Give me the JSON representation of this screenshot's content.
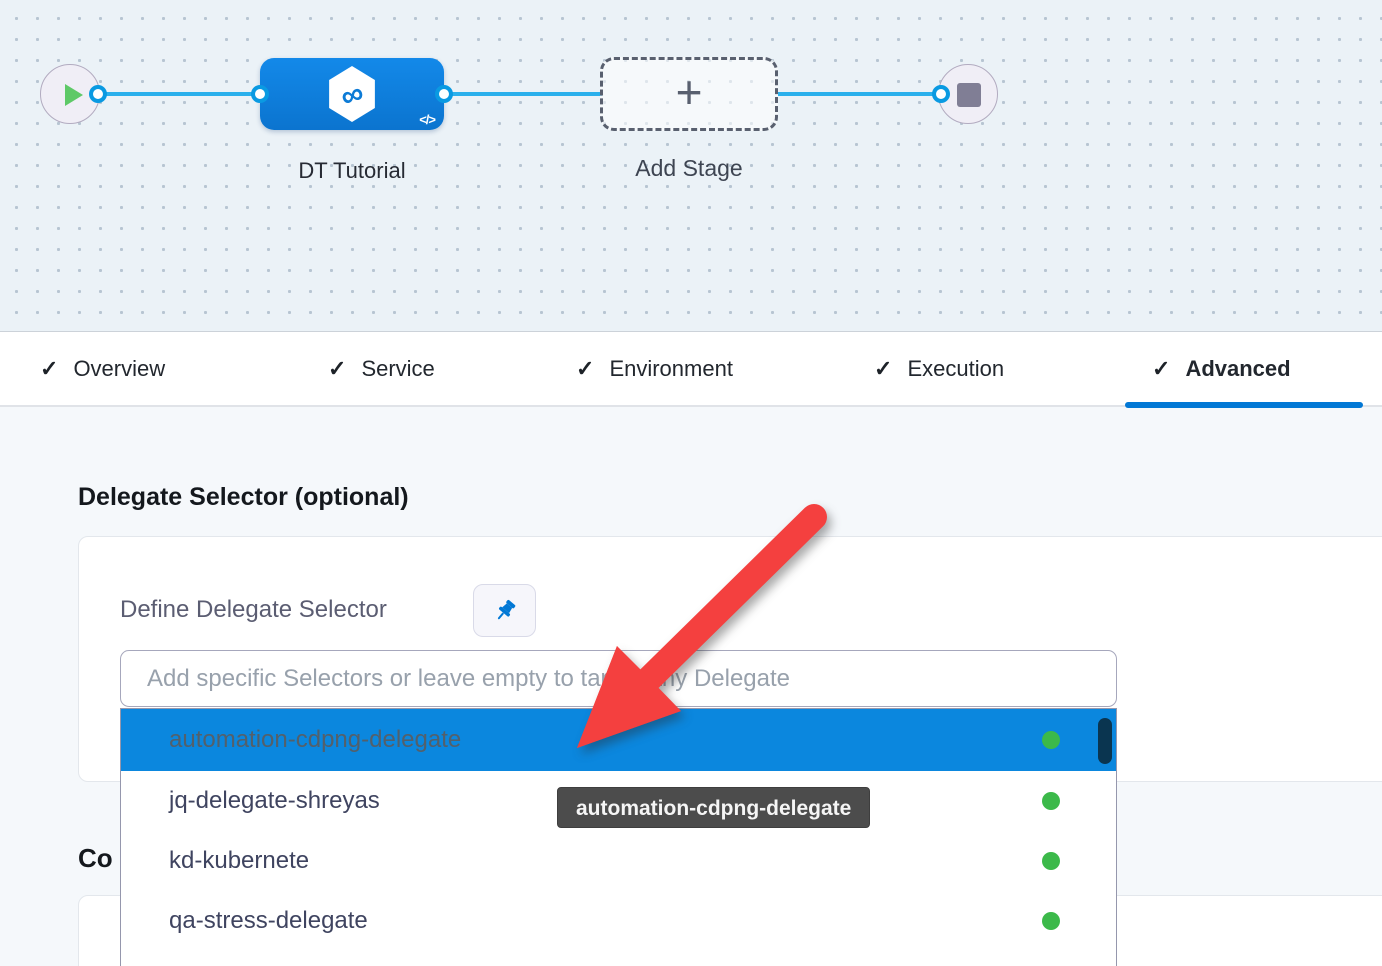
{
  "pipeline_canvas": {
    "stage_label": "DT Tutorial",
    "add_stage_label": "Add Stage",
    "plus_glyph": "+",
    "code_glyph": "</>",
    "harness_logo_glyph": "∞"
  },
  "tabs": {
    "check_glyph": "✓",
    "items": [
      {
        "label": "Overview",
        "checked": true,
        "active": false
      },
      {
        "label": "Service",
        "checked": true,
        "active": false
      },
      {
        "label": "Environment",
        "checked": true,
        "active": false
      },
      {
        "label": "Execution",
        "checked": true,
        "active": false
      },
      {
        "label": "Advanced",
        "checked": true,
        "active": true
      }
    ],
    "active_color": "#0278d5"
  },
  "advanced_panel": {
    "heading": "Delegate Selector (optional)",
    "define_label": "Define Delegate Selector",
    "placeholder": "Add specific Selectors or leave empty to target any Delegate",
    "partial_heading": "Co",
    "dropdown": {
      "options": [
        {
          "label": "automation-cdpng-delegate",
          "highlighted": true,
          "status": "connected"
        },
        {
          "label": "jq-delegate-shreyas",
          "highlighted": false,
          "status": "connected"
        },
        {
          "label": "kd-kubernete",
          "highlighted": false,
          "status": "connected"
        },
        {
          "label": "qa-stress-delegate",
          "highlighted": false,
          "status": "connected"
        }
      ],
      "status_dot_color": "#3cb94a",
      "highlight_color": "#0b87de"
    },
    "tooltip": {
      "text": "automation-cdpng-delegate"
    }
  },
  "annotation": {
    "arrow_color": "#f4403f"
  }
}
